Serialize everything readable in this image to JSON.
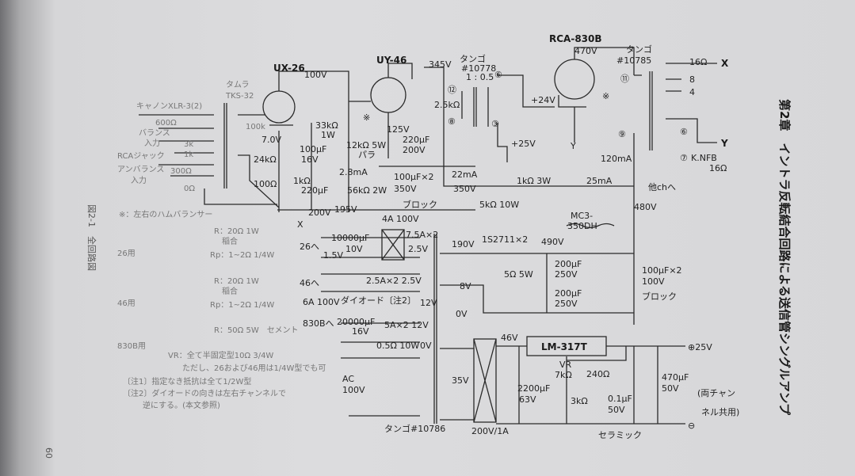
{
  "chapter_title": "第2章　イントラ反転結合回路による送信管シングルアンプ",
  "figure_caption": "図2-1　全回路図",
  "page_number": "60",
  "tubes": {
    "v1": "UX-26",
    "v2": "UY-46",
    "v3": "RCA-830B"
  },
  "input_section": {
    "transformer": [
      "タムラ",
      "TKS-32"
    ],
    "inputs": [
      "キャノンXLR-3(2)",
      "600Ω",
      "バランス",
      "入力",
      "3k",
      "RCAジャック",
      "1k",
      "アンバランス",
      "入力",
      "300Ω",
      "0Ω"
    ],
    "ratio": "100k"
  },
  "labels_stage1": [
    "100V",
    "7.0V",
    "24kΩ",
    "100μF",
    "16V",
    "100Ω",
    "1kΩ",
    "220μF",
    "200V",
    "195V",
    "X"
  ],
  "labels_stage2": [
    "345V",
    "33kΩ",
    "1W",
    "125V",
    "12kΩ 5W",
    "パラ",
    "220μF",
    "200V",
    "2.8mA",
    "100μF×2",
    "350V",
    "56kΩ 2W",
    "ブロック",
    "※"
  ],
  "interstage": {
    "transformer": "タンゴ",
    "model": "#10778",
    "ratio": "1 : 0.5",
    "pins": [
      "⑫",
      "⑥",
      "⑧",
      "③"
    ],
    "r": "2.5kΩ",
    "v1": "+24V",
    "v2": "+25V",
    "current": "22mA",
    "hv": "350V"
  },
  "output_stage": {
    "plate_v": "470V",
    "transformer": "タンゴ",
    "model": "#10785",
    "taps": [
      "16Ω",
      "8",
      "4",
      "⑥",
      "⑦"
    ],
    "pins": [
      "⑪",
      "⑨"
    ],
    "x": "X",
    "y": "Y",
    "nfb": "K.NFB",
    "nfb_ohm": "16Ω",
    "current": "120mA",
    "supply": "480V",
    "other_ch": "他chへ",
    "r1": "1kΩ 3W",
    "i2": "25mA",
    "r2": "5kΩ 10W",
    "marker": "※",
    "ylabel": "Y"
  },
  "power_supply": {
    "labels": [
      "4A 100V",
      "7.5A×2",
      "2.5V",
      "26へ",
      "10000μF",
      "10V",
      "1.5V",
      "46へ",
      "2.5A×2  2.5V",
      "6A 100V",
      "ダイオード〔注2〕",
      "12V",
      "830Bへ",
      "20000μF",
      "16V",
      "5A×2  12V",
      "0.5Ω 10W",
      "0V",
      "AC",
      "100V",
      "タンゴ#10786"
    ],
    "hv_labels": [
      "190V",
      "8V",
      "0V",
      "1S2711×2",
      "490V",
      "MC3-",
      "350DH",
      "5Ω 5W",
      "200μF",
      "250V",
      "200μF",
      "250V",
      "100μF×2",
      "100V",
      "ブロック"
    ],
    "reg_labels": [
      "46V",
      "35V",
      "LM-317T",
      "⊕25V",
      "VR",
      "7kΩ",
      "240Ω",
      "2200μF",
      "63V",
      "3kΩ",
      "0.1μF",
      "50V",
      "470μF",
      "50V",
      "(両チャン",
      "ネル共用)",
      "⊖",
      "200V/1A",
      "セラミック"
    ]
  },
  "notes": [
    "※：左右のハムバランサー",
    "R：20Ω 1W",
    "稲合",
    "26用",
    "Rp：1~2Ω 1/4W",
    "R：20Ω 1W",
    "稲合",
    "46用",
    "Rp：1~2Ω 1/4W",
    "R：50Ω 5W　セメント",
    "830B用",
    "VR：全て半固定型10Ω 3/4W",
    "ただし、26および46用は1/4W型でも可",
    "〔注1〕指定なき抵抗は全て1/2W型",
    "〔注2〕ダイオードの向きは左右チャンネルで",
    "逆にする。(本文参照)"
  ]
}
